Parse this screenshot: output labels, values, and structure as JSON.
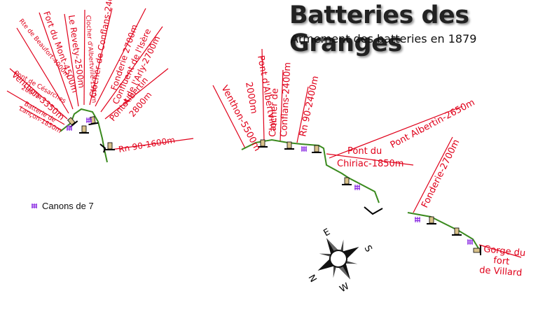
{
  "title": "Batteries des Granges",
  "subtitle": "Armement des batteries en 1879",
  "legend": {
    "label": "Canons de 7",
    "color": "#8a2be2"
  },
  "colors": {
    "label": "#e0001a",
    "line": "#3a8a1e",
    "gun": "#d9c28a"
  },
  "compass": {
    "n": "N",
    "e": "E",
    "s": "S",
    "w": "W"
  },
  "left_targets": [
    "Rte de Beaufort-4000m",
    "Fort du Mont-4500m",
    "Le Revety-2500m",
    "Clocher d'Albertville-1550m",
    "Clocher de Conflans-2400m",
    "Fonderie 2700m",
    "Confluent de l'Isère",
    "et de l'Arly-2700m",
    "Pont Albertin",
    "2800m",
    "Venthon-3350m",
    "Pont de Césarches",
    "2800m",
    "Batterie de",
    "Lançon-1850m",
    "Rn 90-1600m"
  ],
  "middle_targets": [
    "Venthon-5500m",
    "Pont d'Albertville",
    "2000m",
    "Clocher de",
    "Conflans-2400m",
    "Rn 90-2400m",
    "Pont du",
    "Chiriac-1850m",
    "Pont Albertin-2650m"
  ],
  "right_targets": [
    "Fonderie-2700m",
    "Gorge du",
    "fort",
    "de Villard"
  ]
}
